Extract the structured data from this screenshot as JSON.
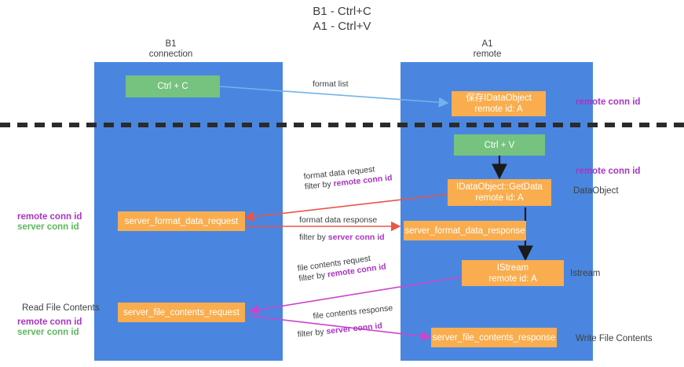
{
  "title": {
    "line1": "B1 - Ctrl+C",
    "line2": "A1 - Ctrl+V"
  },
  "columns": [
    {
      "name": "B1",
      "sub": "connection"
    },
    {
      "name": "A1",
      "sub": "remote"
    }
  ],
  "colors": {
    "lane": "#4a86e0",
    "green_box": "#76c27f",
    "orange_box": "#f9ad4e",
    "remote_conn_id": "#a735c0",
    "server_conn_id": "#5cb85c",
    "format_arrow": "#e8564a",
    "file_arrow": "#cc44cc",
    "format_list_arrow": "#74b3e8",
    "flow_arrow": "#1a1a1a",
    "separator": "#2b2b2b"
  },
  "boxes": {
    "ctrl_c": {
      "line1": "Ctrl + C"
    },
    "ctrl_v": {
      "line1": "Ctrl + V"
    },
    "idataobject_top": {
      "line1": "保存IDataObject",
      "line2": "remote id: A"
    },
    "getdata": {
      "line1": "IDataObject::GetData",
      "line2": "remote id: A"
    },
    "istream": {
      "line1": "IStream",
      "line2": "remote id: A"
    },
    "server_format_data_request": {
      "line1": "server_format_data_request"
    },
    "server_format_data_response": {
      "line1": "server_format_data_response"
    },
    "server_file_contents_request": {
      "line1": "server_file_contents_request"
    },
    "server_file_contents_response": {
      "line1": "server_file_contents_response"
    }
  },
  "arrows": {
    "format_list": {
      "text": "format list"
    },
    "format_data_request": {
      "line1": "format data request",
      "prefix": "filter by ",
      "highlight": "remote conn id"
    },
    "format_data_response": {
      "line1": "format data response",
      "prefix": "filter by ",
      "highlight": "server conn id"
    },
    "file_contents_request": {
      "line1": "file contents request",
      "prefix": "filter by ",
      "highlight": "remote conn id"
    },
    "file_contents_response": {
      "line1": "file contents response",
      "prefix": "filter by ",
      "highlight": "server conn id"
    }
  },
  "side_labels": {
    "right_remote_top": "remote conn id",
    "right_remote_mid": "remote conn id",
    "right_dataobject": "DataObject",
    "right_istream": "Istream",
    "right_write_file": "Write File Contents",
    "left_remote_conn": "remote conn id",
    "left_server_conn": "server conn id",
    "left_read_file": "Read File Contents",
    "left_remote_conn2": "remote conn id",
    "left_server_conn2": "server conn id"
  }
}
